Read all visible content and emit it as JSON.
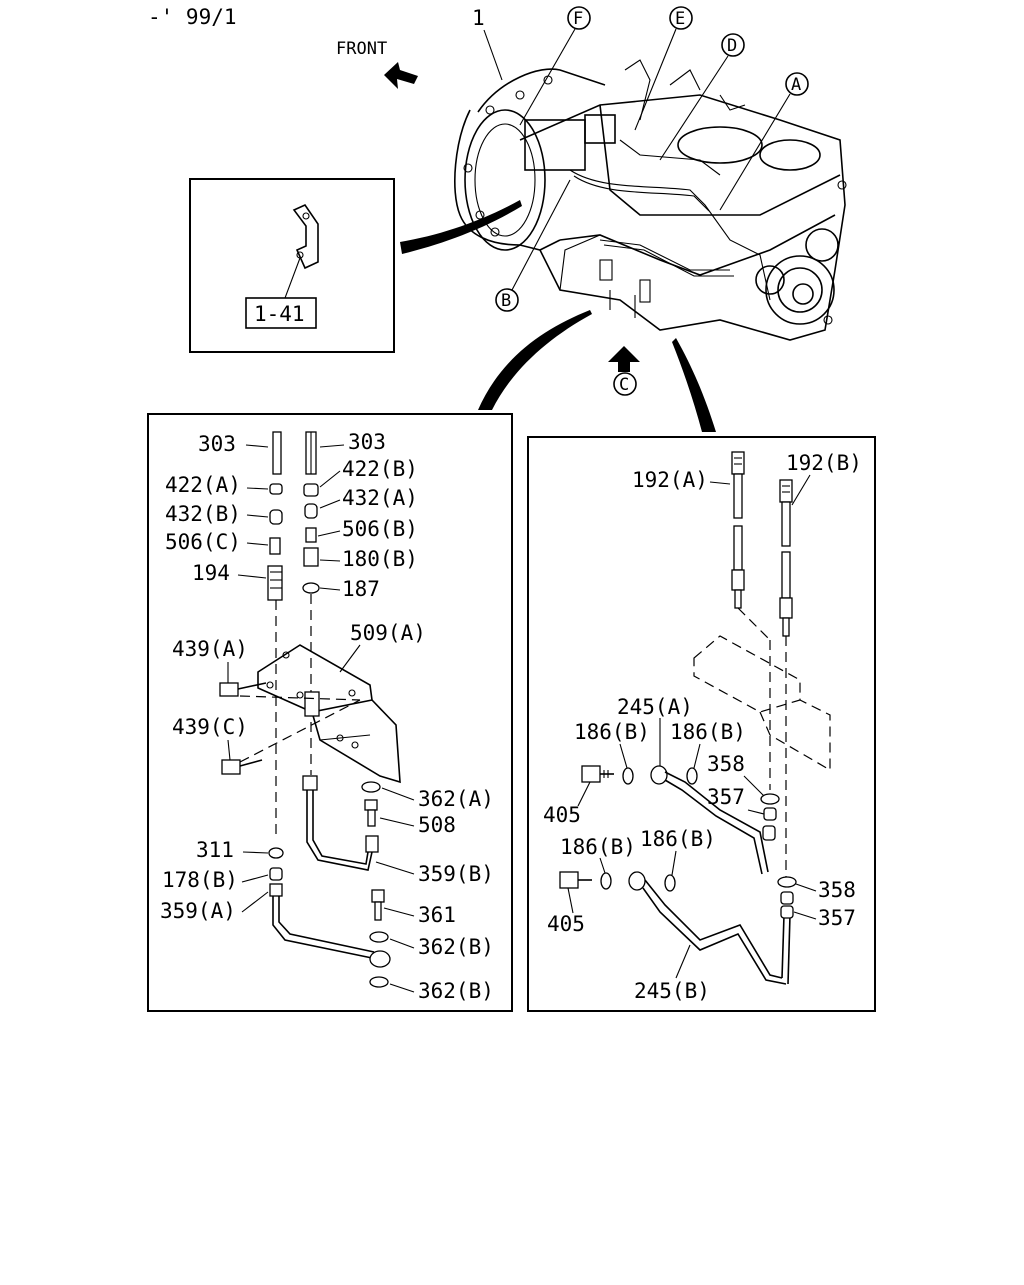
{
  "header": {
    "code": "-' 99/1"
  },
  "main_view": {
    "front_label": "FRONT",
    "item_1": "1",
    "callouts": [
      "F",
      "E",
      "D",
      "A",
      "B",
      "C"
    ]
  },
  "inset": {
    "ref_label": "1-41"
  },
  "left_panel": {
    "labels": [
      "303",
      "303",
      "422(A)",
      "422(B)",
      "432(B)",
      "432(A)",
      "506(C)",
      "506(B)",
      "194",
      "180(B)",
      "187",
      "509(A)",
      "439(A)",
      "439(C)",
      "362(A)",
      "508",
      "311",
      "359(B)",
      "178(B)",
      "359(A)",
      "361",
      "362(B)",
      "362(B)"
    ]
  },
  "right_panel": {
    "labels": [
      "192(A)",
      "192(B)",
      "245(A)",
      "186(B)",
      "186(B)",
      "358",
      "357",
      "405",
      "186(B)",
      "186(B)",
      "358",
      "357",
      "405",
      "245(B)"
    ]
  }
}
